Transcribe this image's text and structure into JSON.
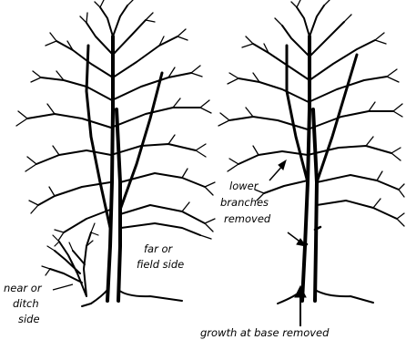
{
  "labels": {
    "near_line1": "near or",
    "near_line2": "ditch",
    "near_line3": "side",
    "far_line1": "far or",
    "far_line2": "field side",
    "lower_line1": "lower",
    "lower_line2": "branches",
    "lower_line3": "removed",
    "growth": "growth at base removed"
  }
}
